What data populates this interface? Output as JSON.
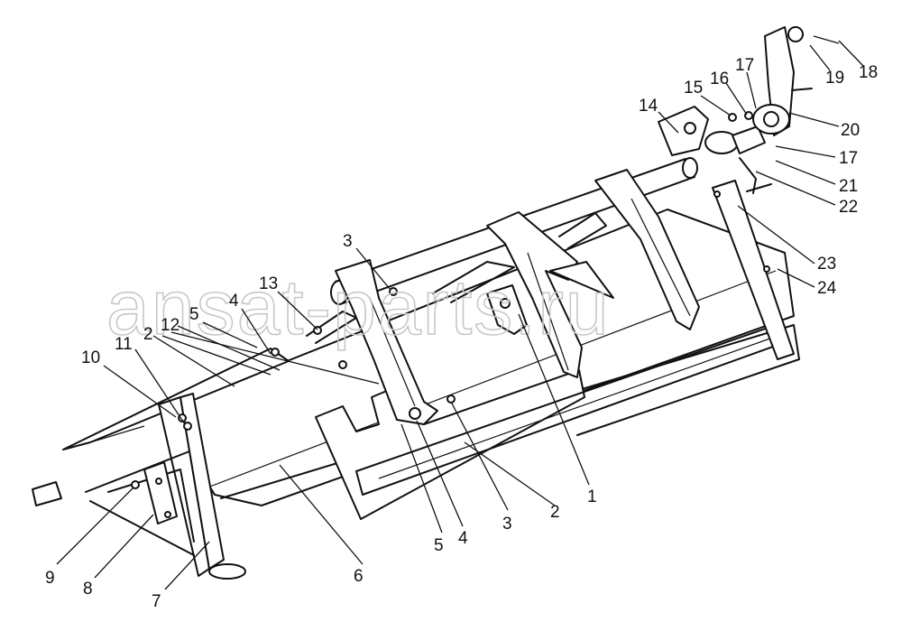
{
  "watermark": "ansat-parts.ru",
  "callouts": [
    {
      "id": "c1",
      "text": "1"
    },
    {
      "id": "c2a",
      "text": "2"
    },
    {
      "id": "c2b",
      "text": "2"
    },
    {
      "id": "c3a",
      "text": "3"
    },
    {
      "id": "c3b",
      "text": "3"
    },
    {
      "id": "c4a",
      "text": "4"
    },
    {
      "id": "c4b",
      "text": "4"
    },
    {
      "id": "c5a",
      "text": "5"
    },
    {
      "id": "c5b",
      "text": "5"
    },
    {
      "id": "c6",
      "text": "6"
    },
    {
      "id": "c7",
      "text": "7"
    },
    {
      "id": "c8",
      "text": "8"
    },
    {
      "id": "c9",
      "text": "9"
    },
    {
      "id": "c10",
      "text": "10"
    },
    {
      "id": "c11",
      "text": "11"
    },
    {
      "id": "c12",
      "text": "12"
    },
    {
      "id": "c13",
      "text": "13"
    },
    {
      "id": "c14",
      "text": "14"
    },
    {
      "id": "c15",
      "text": "15"
    },
    {
      "id": "c16",
      "text": "16"
    },
    {
      "id": "c17a",
      "text": "17"
    },
    {
      "id": "c17b",
      "text": "17"
    },
    {
      "id": "c18",
      "text": "18"
    },
    {
      "id": "c19",
      "text": "19"
    },
    {
      "id": "c20",
      "text": "20"
    },
    {
      "id": "c21",
      "text": "21"
    },
    {
      "id": "c22",
      "text": "22"
    },
    {
      "id": "c23",
      "text": "23"
    },
    {
      "id": "c24",
      "text": "24"
    }
  ]
}
